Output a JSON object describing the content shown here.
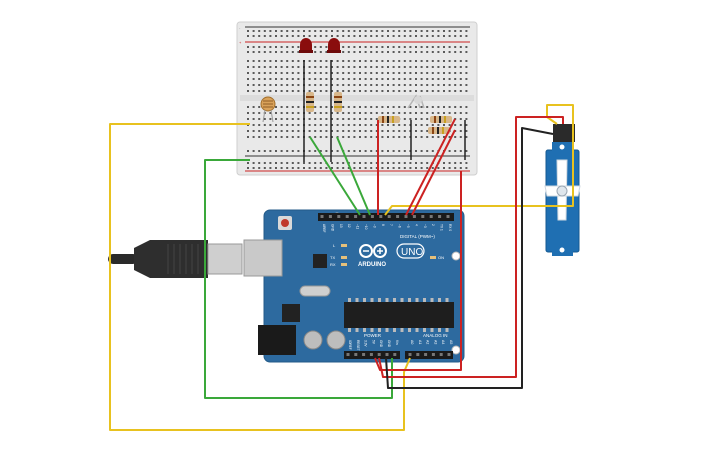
{
  "board": {
    "brand": "ARDUINO",
    "model": "UNO",
    "digital_label": "DIGITAL (PWM~)",
    "power_label": "POWER",
    "analog_label": "ANALOG IN",
    "on_label": "ON",
    "l_label": "L",
    "tx_label": "TX",
    "rx_label": "RX",
    "digital_pins": [
      "AREF",
      "GND",
      "13",
      "12",
      "~11",
      "~10",
      "~9",
      "8",
      "7",
      "~6",
      "~5",
      "4",
      "~3",
      "2",
      "TX 1",
      "RX 0"
    ],
    "power_pins": [
      "IOREF",
      "RESET",
      "3.3V",
      "5V",
      "GND",
      "GND",
      "Vin"
    ],
    "analog_pins": [
      "A0",
      "A1",
      "A2",
      "A3",
      "A4",
      "A5"
    ]
  },
  "breadboard": {
    "rail_minus": "-",
    "rail_plus": "+"
  },
  "colors": {
    "board": "#2d6a9f",
    "servo": "#1f6fb2",
    "wire_green": "#3aa83a",
    "wire_red": "#cc2222",
    "wire_yellow": "#e8c21f",
    "wire_black": "#222222",
    "led": "#8a0d0d"
  }
}
